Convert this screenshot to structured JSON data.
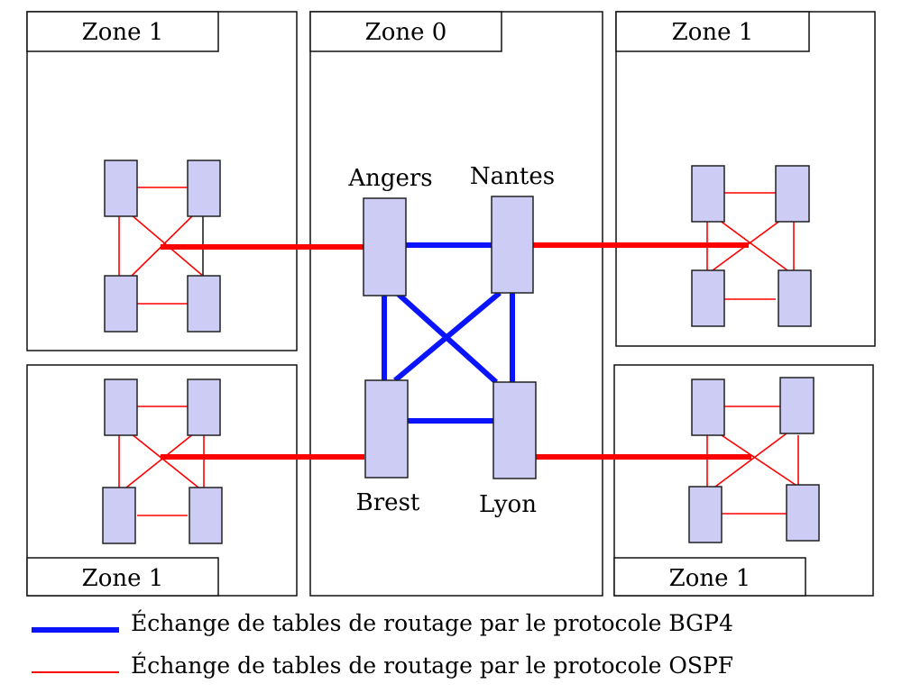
{
  "zones": {
    "top_left": "Zone 1",
    "center": "Zone 0",
    "top_right": "Zone 1",
    "bottom_left": "Zone 1",
    "bottom_right": "Zone 1"
  },
  "routers": {
    "angers": "Angers",
    "nantes": "Nantes",
    "brest": "Brest",
    "lyon": "Lyon"
  },
  "legend": {
    "bgp": "Échange de tables de routage par le protocole BGP4",
    "ospf": "Échange de tables de routage par le protocole OSPF"
  },
  "colors": {
    "bgp": "#0a14ff",
    "ospf": "#ff0000",
    "router_fill": "#ccccf5"
  }
}
